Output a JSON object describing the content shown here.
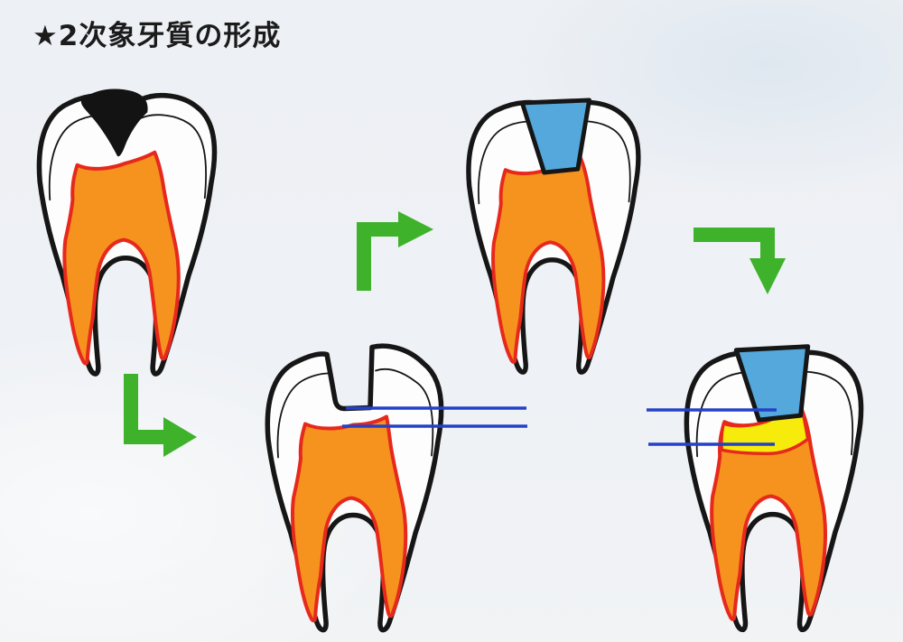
{
  "title": {
    "text": "★2次象牙質の形成"
  },
  "colors": {
    "background": "#edf1f5",
    "outline": "#161616",
    "tooth_fill": "#fdfdfd",
    "caries_black": "#131313",
    "filling_blue": "#54a8dc",
    "pulp_orange": "#f6921e",
    "pulp_outline_red": "#e6291c",
    "secondary_dentin_yellow": "#f6eb0a",
    "arrow_green": "#3eb22b",
    "pointer_blue": "#2342c8"
  },
  "icons": {
    "arrows": [
      "up-right-arrow",
      "right-down-arrow",
      "down-right-arrow"
    ]
  }
}
